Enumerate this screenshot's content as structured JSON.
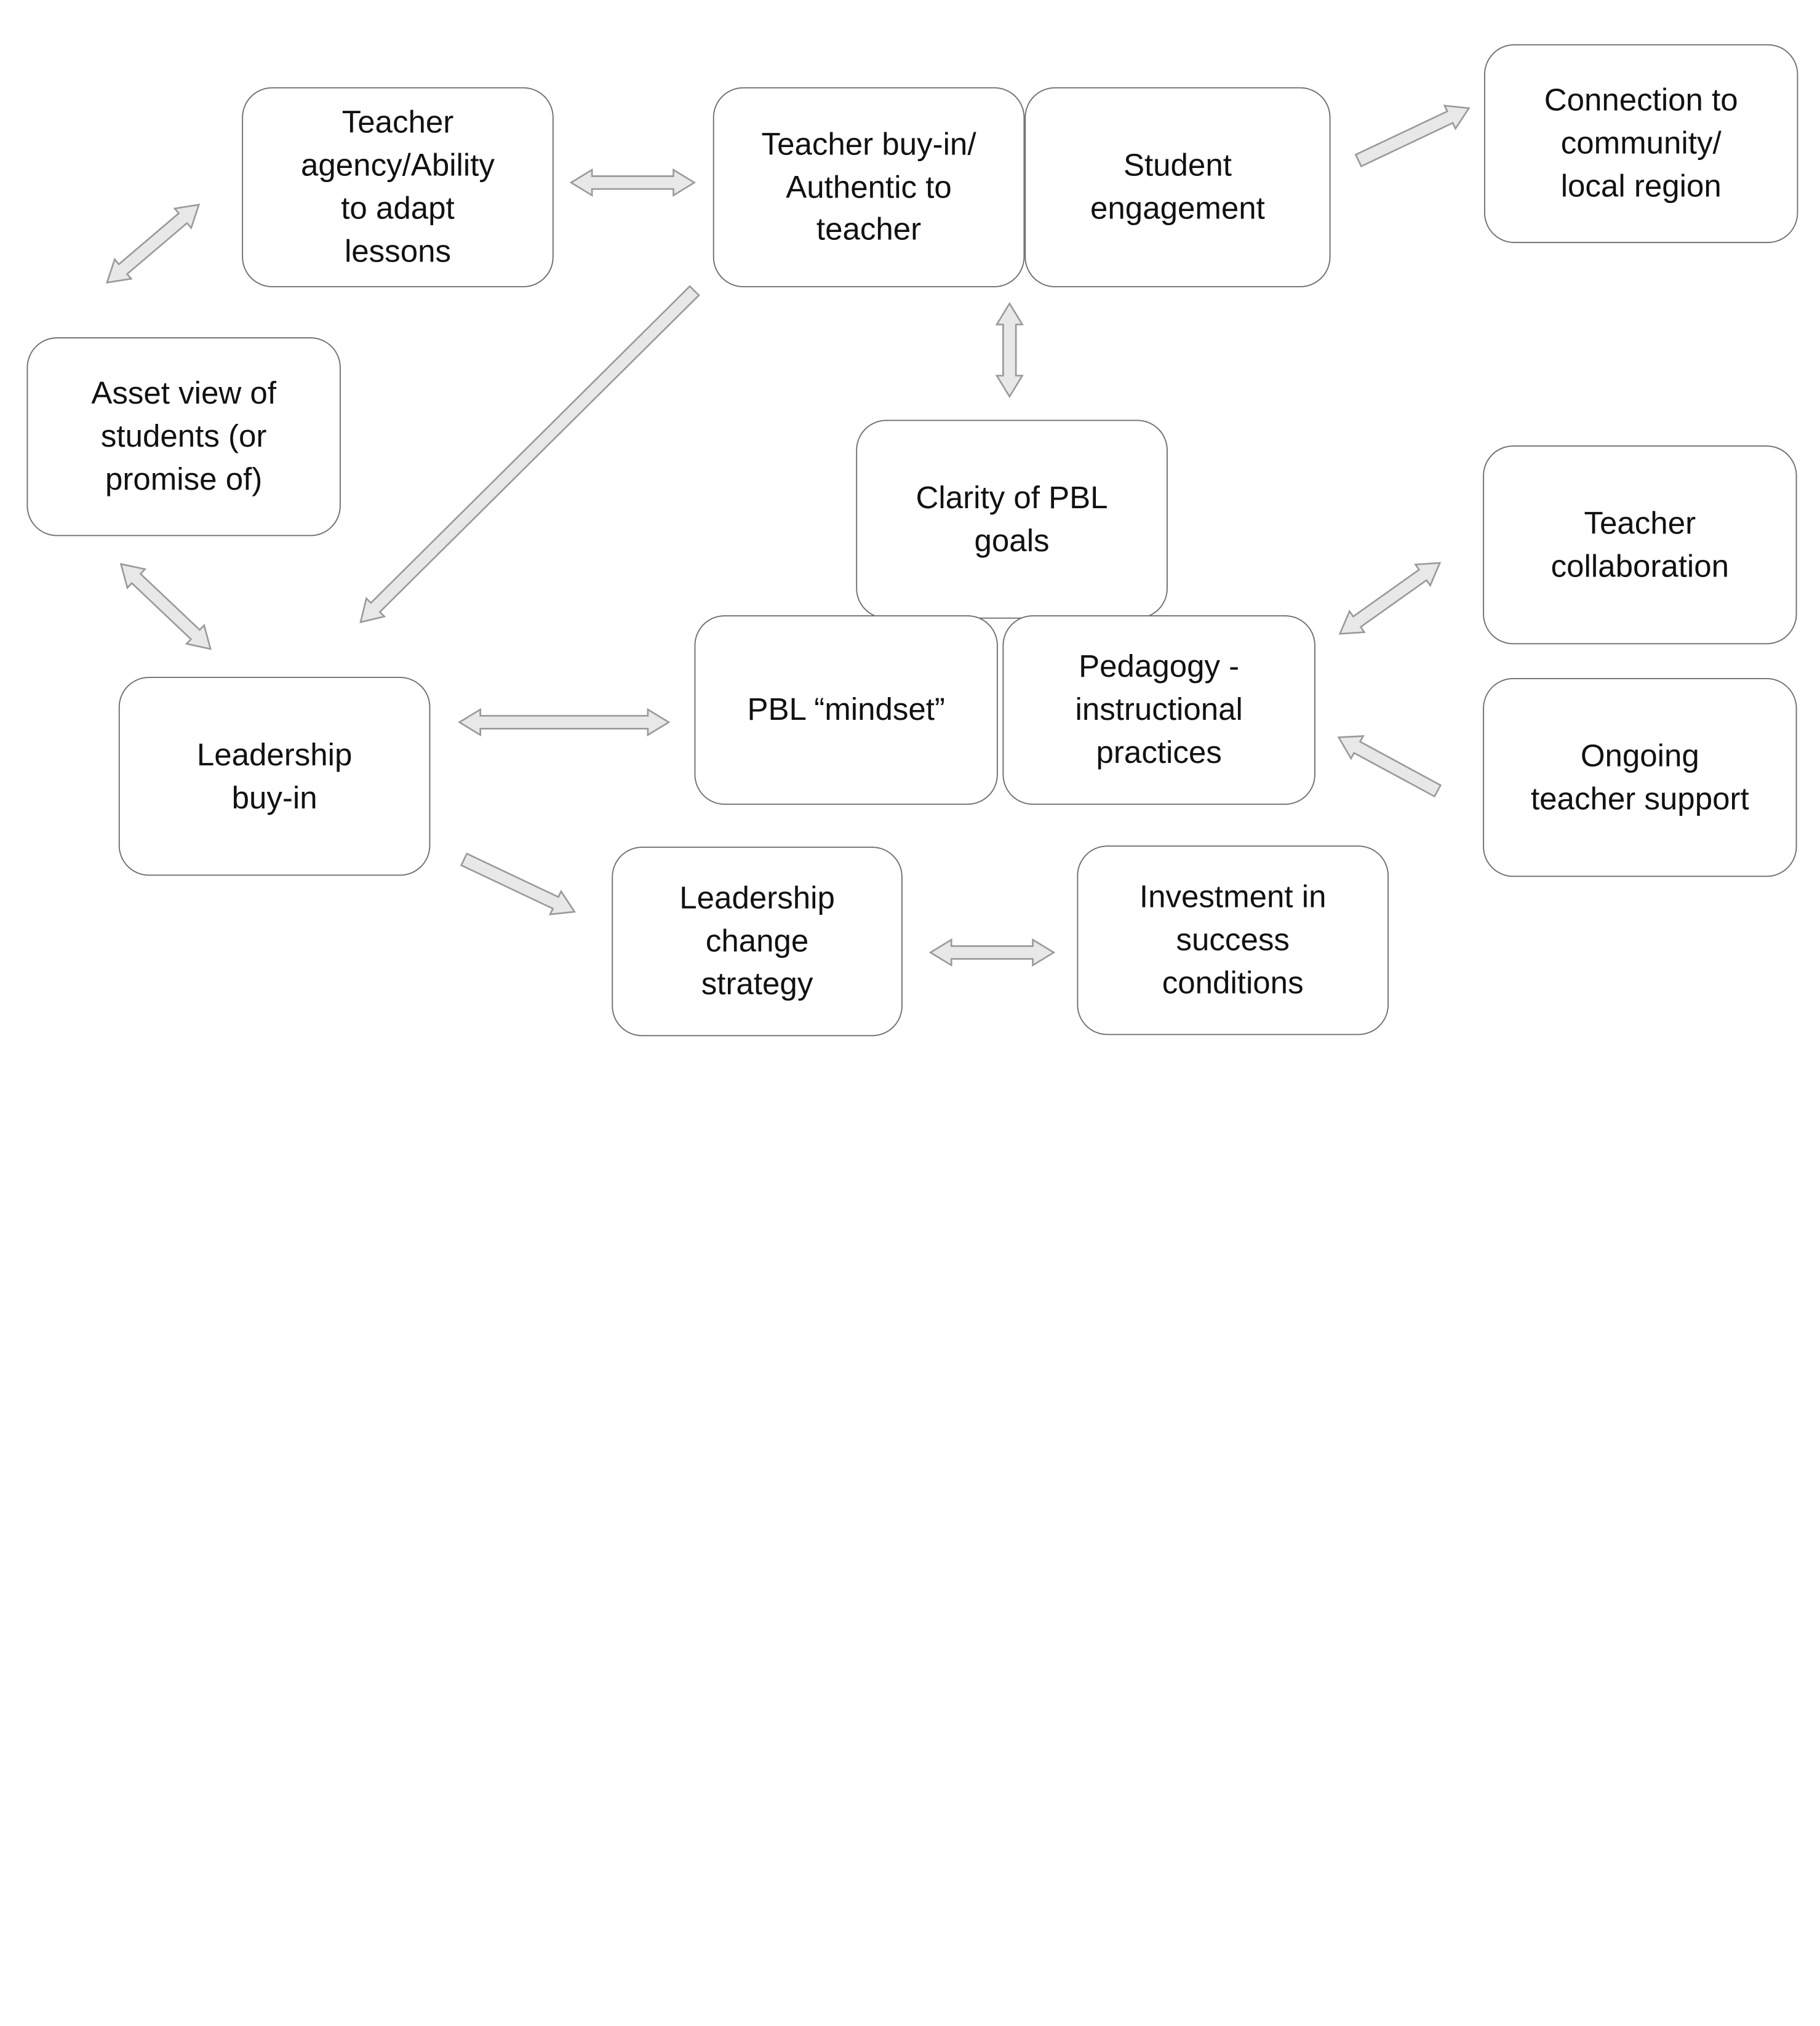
{
  "nodes": {
    "teacher_agency": "Teacher\nagency/Ability\nto adapt\nlessons",
    "teacher_buy_in": "Teacher buy-in/\nAuthentic to\nteacher",
    "student_engagement": "Student\nengagement",
    "connection_community": "Connection to\ncommunity/\nlocal region",
    "asset_view": "Asset view of\nstudents (or\npromise of)",
    "clarity_pbl": "Clarity of PBL\ngoals",
    "teacher_collaboration": "Teacher\ncollaboration",
    "pbl_mindset": "PBL “mindset”",
    "pedagogy": "Pedagogy -\ninstructional\npractices",
    "leadership_buy_in": "Leadership\nbuy-in",
    "ongoing_support": "Ongoing\nteacher support",
    "leadership_change": "Leadership\nchange\nstrategy",
    "investment": "Investment in\nsuccess\nconditions"
  },
  "colors": {
    "arrow_fill": "#e8e8e8",
    "arrow_stroke": "#9a9a9a",
    "box_border": "#707070"
  }
}
